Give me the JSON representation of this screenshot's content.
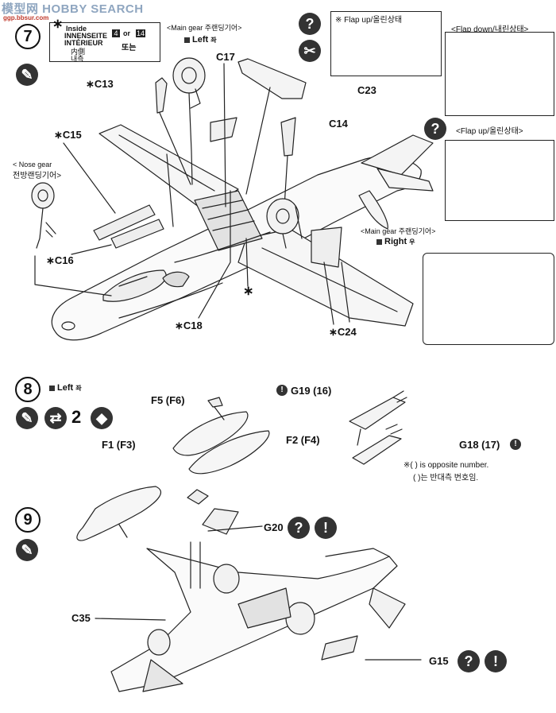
{
  "watermark": {
    "text": "模型网 HOBBY SEARCH",
    "sub": "ggp.bbsur.com"
  },
  "step7": {
    "number": "7",
    "inside_box": {
      "line1": "Inside",
      "line2": "INNENSEITE",
      "line3": "INTÉRIEUR",
      "line4": "内側",
      "line5": "내측",
      "or_text": "or",
      "also_text": "또는",
      "part_a": "4",
      "part_b": "14"
    },
    "main_gear_left": {
      "caption": "<Main gear 주랜딩기어>",
      "side": "Left",
      "side_kr": "좌"
    },
    "flap_up_note": "※ Flap up/올린상태",
    "flap_down_label": "<Flap down/내린상태>",
    "flap_up_label": "<Flap up/올린상태>",
    "nose_gear": {
      "line1": "< Nose gear",
      "line2": "전방랜딩기어>"
    },
    "main_gear_right": {
      "caption": "<Main gear 주랜딩기어>",
      "side": "Right",
      "side_kr": "우"
    },
    "parts": {
      "c13": "∗C13",
      "c17": "C17",
      "c23": "C23",
      "c15": "∗C15",
      "c14": "C14",
      "c16": "∗C16",
      "c18": "∗C18",
      "c24": "∗C24",
      "asterisk": "∗"
    }
  },
  "step8": {
    "number": "8",
    "side": "Left",
    "side_kr": "좌",
    "count": "2",
    "parts": {
      "f5": "F5 (F6)",
      "f1": "F1 (F3)",
      "f2": "F2 (F4)",
      "g19": "G19 (16)",
      "g18": "G18 (17)"
    },
    "note1": "※(  ) is opposite number.",
    "note2": "(  )는 반대측 번호임."
  },
  "step9": {
    "number": "9",
    "parts": {
      "g20": "G20",
      "c35": "C35",
      "g15": "G15"
    }
  },
  "icons": {
    "question": "?",
    "info": "!"
  }
}
